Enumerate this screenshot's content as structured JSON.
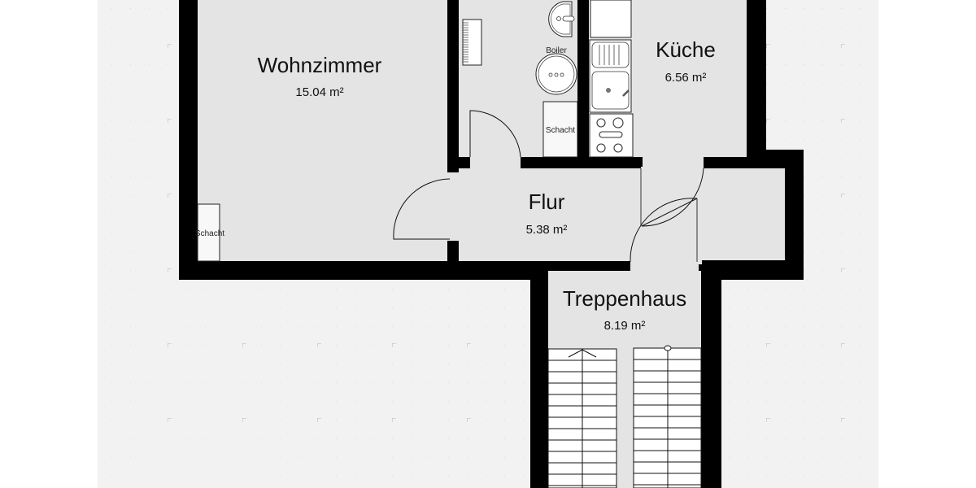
{
  "plan": {
    "background_color": "#f2f2f3",
    "room_fill": "#e4e4e4",
    "wall_color": "#000000",
    "grid_dot_color": "#c8c8cc",
    "grid_plus_color": "#b4b8d0"
  },
  "rooms": [
    {
      "name": "Wohnzimmer",
      "area": "15.04 m²"
    },
    {
      "name": "Küche",
      "area": "6.56 m²"
    },
    {
      "name": "Flur",
      "area": "5.38 m²"
    },
    {
      "name": "Treppenhaus",
      "area": "8.19 m²"
    }
  ],
  "fixtures": {
    "boiler_label": "Boiler",
    "shaft_label_bath": "Schacht",
    "shaft_label_living": "Schacht"
  }
}
